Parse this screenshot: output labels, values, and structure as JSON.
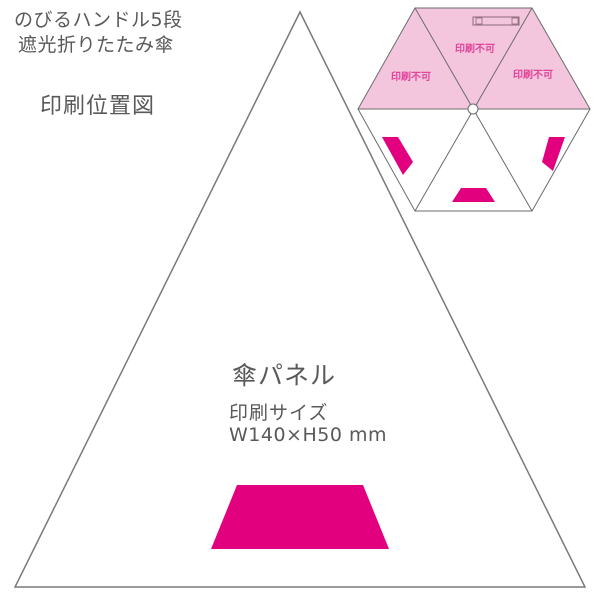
{
  "title": {
    "line1": "のびるハンドル5段",
    "line2": "遮光折りたたみ傘"
  },
  "heading": "印刷位置図",
  "panel": {
    "label": "傘パネル",
    "print_size_label": "印刷サイズ",
    "print_size_value": "W140×H50 mm"
  },
  "umbrella_diagram": {
    "non_printable_label": "印刷不可",
    "non_printable_panels": [
      {
        "position": "upper-left",
        "label": "印刷不可"
      },
      {
        "position": "upper-middle",
        "label": "印刷不可"
      },
      {
        "position": "upper-right",
        "label": "印刷不可"
      }
    ],
    "printable_panels": [
      {
        "position": "lower-left"
      },
      {
        "position": "lower-middle"
      },
      {
        "position": "lower-right"
      }
    ]
  },
  "colors": {
    "print_area": "#e2007f",
    "non_printable_fill": "#f4c6de",
    "non_printable_text": "#e0459a",
    "outline": "#6b6b6b",
    "text": "#595959"
  }
}
